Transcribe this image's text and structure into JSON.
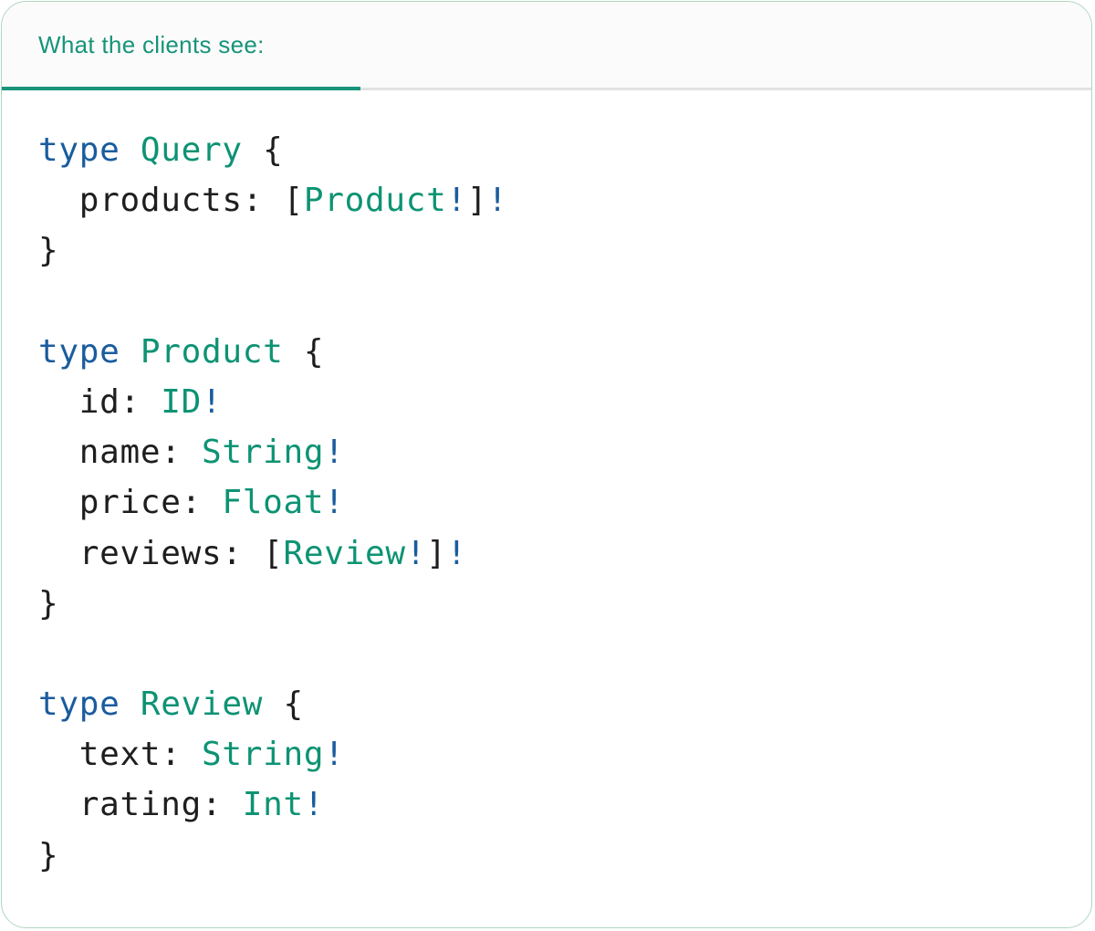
{
  "tab": {
    "label": "What the clients see:"
  },
  "colors": {
    "tab_teal": "#17947A",
    "teal": "#0D9373",
    "blue": "#1A5C9E",
    "text": "#1E1E1E",
    "divider": "#E2E2E2",
    "card_border": "#AFD6C1",
    "header_bg": "#FBFBFB"
  },
  "code": {
    "language": "graphql",
    "lines": [
      [
        {
          "t": "kw",
          "v": "type"
        },
        {
          "t": "plain",
          "v": " "
        },
        {
          "t": "type",
          "v": "Query"
        },
        {
          "t": "plain",
          "v": " {"
        }
      ],
      [
        {
          "t": "plain",
          "v": "  products: ["
        },
        {
          "t": "type",
          "v": "Product"
        },
        {
          "t": "bang",
          "v": "!"
        },
        {
          "t": "plain",
          "v": "]"
        },
        {
          "t": "bang",
          "v": "!"
        }
      ],
      [
        {
          "t": "plain",
          "v": "}"
        }
      ],
      [],
      [
        {
          "t": "kw",
          "v": "type"
        },
        {
          "t": "plain",
          "v": " "
        },
        {
          "t": "type",
          "v": "Product"
        },
        {
          "t": "plain",
          "v": " {"
        }
      ],
      [
        {
          "t": "plain",
          "v": "  id: "
        },
        {
          "t": "type",
          "v": "ID"
        },
        {
          "t": "bang",
          "v": "!"
        }
      ],
      [
        {
          "t": "plain",
          "v": "  name: "
        },
        {
          "t": "type",
          "v": "String"
        },
        {
          "t": "bang",
          "v": "!"
        }
      ],
      [
        {
          "t": "plain",
          "v": "  price: "
        },
        {
          "t": "type",
          "v": "Float"
        },
        {
          "t": "bang",
          "v": "!"
        }
      ],
      [
        {
          "t": "plain",
          "v": "  reviews: ["
        },
        {
          "t": "type",
          "v": "Review"
        },
        {
          "t": "bang",
          "v": "!"
        },
        {
          "t": "plain",
          "v": "]"
        },
        {
          "t": "bang",
          "v": "!"
        }
      ],
      [
        {
          "t": "plain",
          "v": "}"
        }
      ],
      [],
      [
        {
          "t": "kw",
          "v": "type"
        },
        {
          "t": "plain",
          "v": " "
        },
        {
          "t": "type",
          "v": "Review"
        },
        {
          "t": "plain",
          "v": " {"
        }
      ],
      [
        {
          "t": "plain",
          "v": "  text: "
        },
        {
          "t": "type",
          "v": "String"
        },
        {
          "t": "bang",
          "v": "!"
        }
      ],
      [
        {
          "t": "plain",
          "v": "  rating: "
        },
        {
          "t": "type",
          "v": "Int"
        },
        {
          "t": "bang",
          "v": "!"
        }
      ],
      [
        {
          "t": "plain",
          "v": "}"
        }
      ]
    ]
  }
}
